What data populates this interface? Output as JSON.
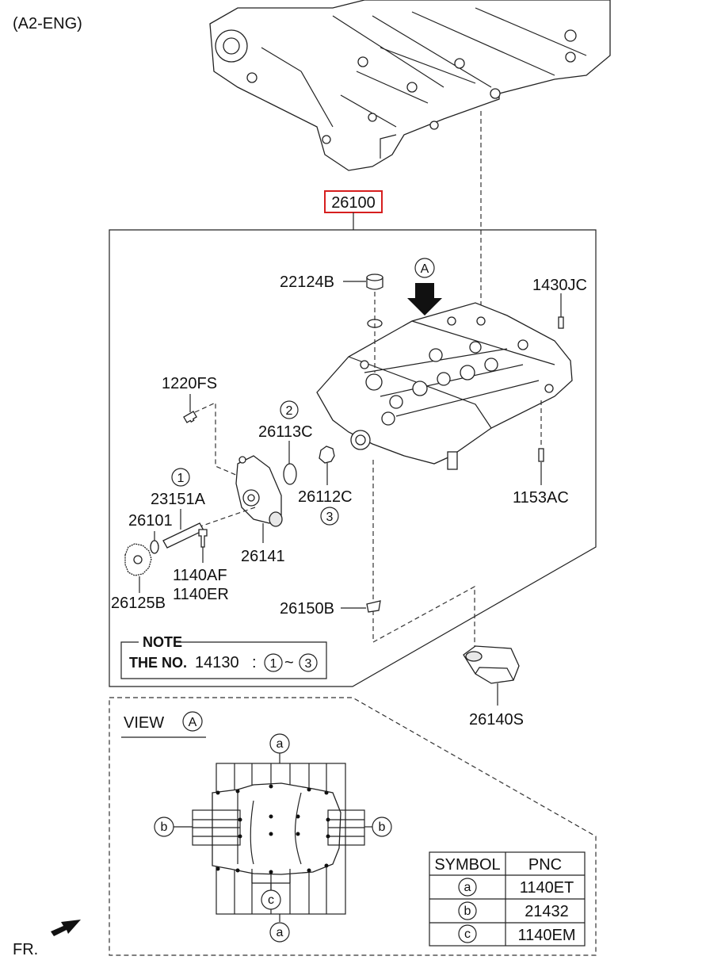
{
  "header": {
    "engine_code": "(A2-ENG)"
  },
  "main_assembly": {
    "part_no": "26100",
    "highlight_color": "#d61f1f"
  },
  "view_marker": {
    "letter": "A"
  },
  "parts": {
    "p22124B": "22124B",
    "p1430JC": "1430JC",
    "p1220FS": "1220FS",
    "p26113C": "26113C",
    "p26112C": "26112C",
    "p23151A": "23151A",
    "p26101": "26101",
    "p26141": "26141",
    "p1153AC": "1153AC",
    "p1140AF": "1140AF",
    "p1140ER": "1140ER",
    "p26125B": "26125B",
    "p26150B": "26150B",
    "p26140S": "26140S"
  },
  "callouts": {
    "c1": "1",
    "c2": "2",
    "c3": "3"
  },
  "note": {
    "title": "NOTE",
    "prefix": "THE NO.",
    "number": "14130",
    "colon": ":",
    "from": "1",
    "tilde": "~",
    "to": "3"
  },
  "view": {
    "title": "VIEW",
    "letter": "A",
    "sym_a": "a",
    "sym_b": "b",
    "sym_c": "c"
  },
  "symbol_table": {
    "headers": [
      "SYMBOL",
      "PNC"
    ],
    "rows": [
      {
        "symbol": "a",
        "pnc": "1140ET"
      },
      {
        "symbol": "b",
        "pnc": "21432"
      },
      {
        "symbol": "c",
        "pnc": "1140EM"
      }
    ]
  },
  "direction": {
    "label": "FR."
  }
}
